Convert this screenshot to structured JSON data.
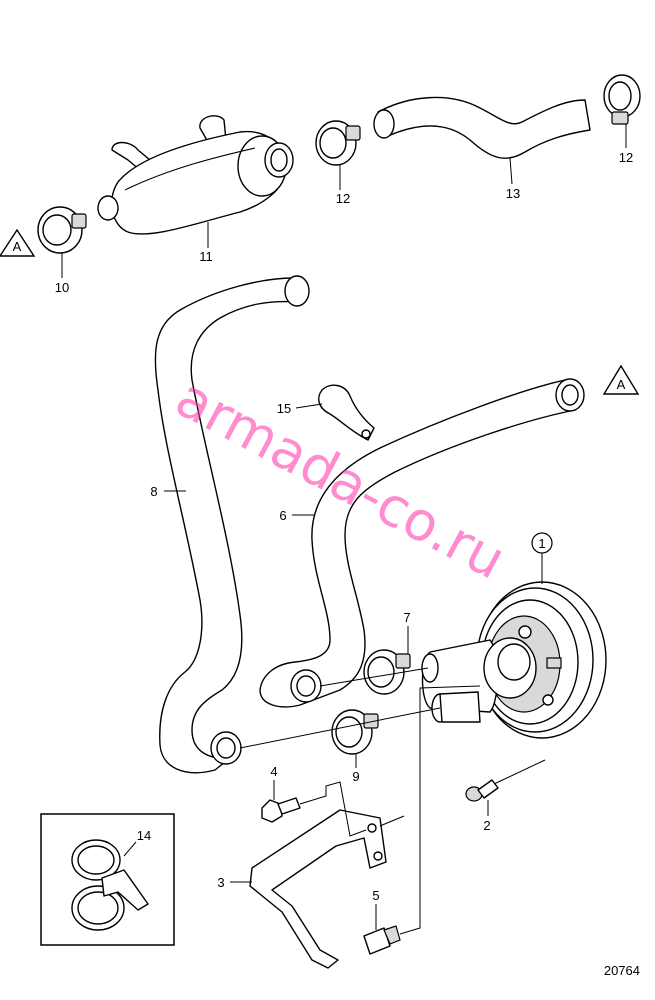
{
  "callouts": {
    "c1": "1",
    "c2": "2",
    "c3": "3",
    "c4": "4",
    "c5": "5",
    "c6": "6",
    "c7": "7",
    "c8": "8",
    "c9": "9",
    "c10": "10",
    "c11": "11",
    "c12a": "12",
    "c12b": "12",
    "c13": "13",
    "c14": "14",
    "c15": "15"
  },
  "reference_marks": {
    "top_left": "A",
    "right": "A"
  },
  "figure_number": "20764",
  "watermark": "armada-co.ru"
}
